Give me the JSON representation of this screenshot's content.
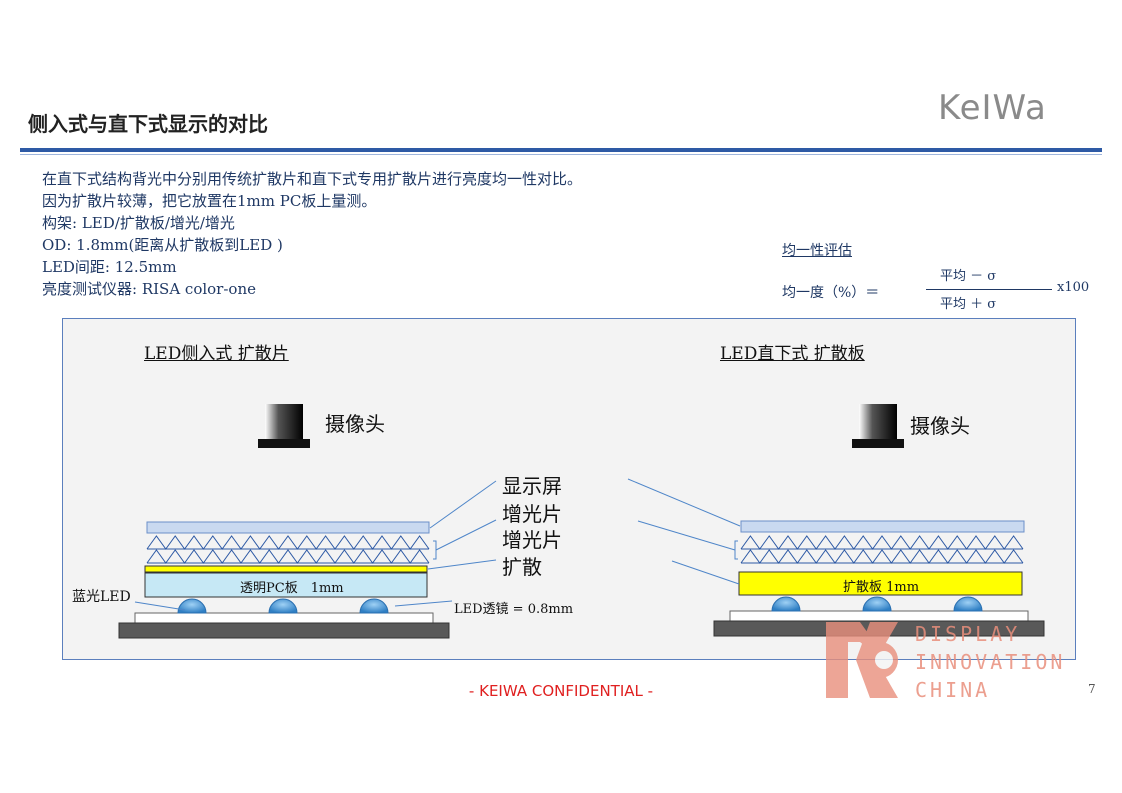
{
  "header": {
    "title": "侧入式与直下式显示的对比",
    "logo_text": "KeIWa"
  },
  "intro": {
    "lines": [
      "在直下式结构背光中分别用传统扩散片和直下式专用扩散片进行亮度均一性对比。",
      "因为扩散片较薄，把它放置在1mm PC板上量测。",
      "构架:  LED/扩散板/增光/增光",
      "OD: 1.8mm(距离从扩散板到LED )",
      "LED间距: 12.5mm",
      "亮度测试仪器: RISA color-one"
    ]
  },
  "uniformity": {
    "heading": "均一性评估",
    "label": "均一度（%）＝",
    "numerator": "平均 － σ",
    "denominator": "平均 ＋ σ",
    "multiplier": "x100"
  },
  "diagram": {
    "left_title": "LED侧入式 扩散片",
    "right_title": "LED直下式 扩散板",
    "camera_left": "摄像头",
    "camera_right": "摄像头",
    "layer_display": "显示屏",
    "layer_bef1": "增光片",
    "layer_bef2": "增光片",
    "layer_diffuse": "扩散",
    "pc_board": "透明PC板　1mm",
    "diffuser_board": "扩散板 1mm",
    "blue_led": "蓝光LED",
    "led_lens": "LED透镜 = 0.8mm",
    "colors": {
      "display": "#c9d9f0",
      "pc_board": "#c6e8f5",
      "diffuser_yellow": "#ffff00",
      "base": "#595959",
      "led_blue": "#4fa3e0"
    }
  },
  "footer": {
    "confidential": "- KEIWA CONFIDENTIAL -",
    "page": "7"
  },
  "watermark": {
    "lines": [
      "DISPLAY",
      "INNOVATION",
      "CHINA"
    ]
  }
}
